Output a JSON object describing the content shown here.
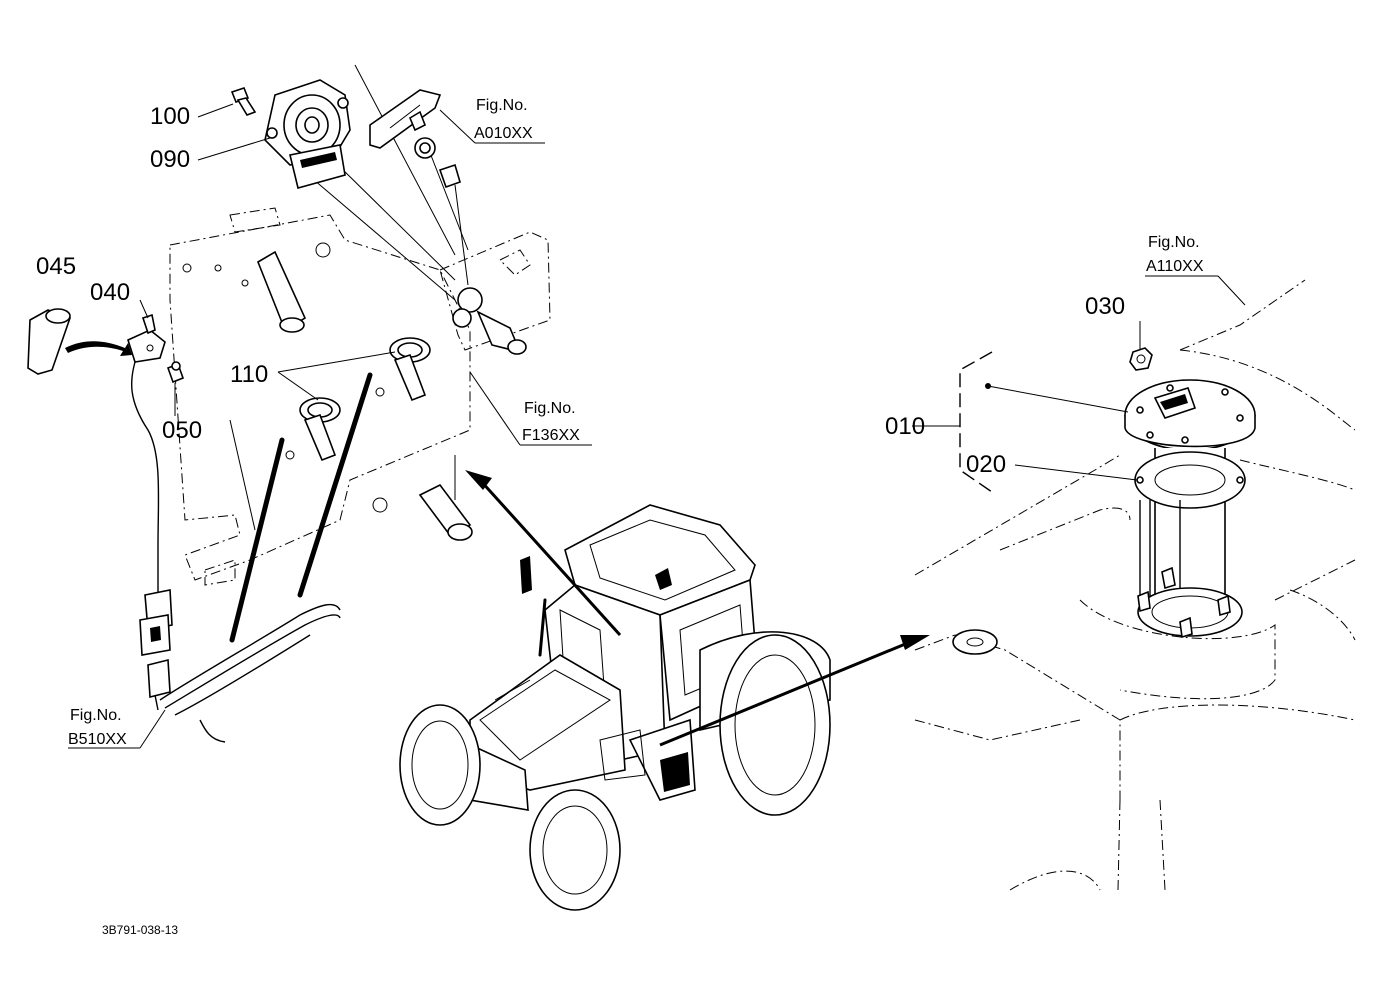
{
  "labels": {
    "p100": "100",
    "p090": "090",
    "p045": "045",
    "p040": "040",
    "p050": "050",
    "p110": "110",
    "p030": "030",
    "p010": "010",
    "p020": "020"
  },
  "figure_refs": {
    "a010_title": "Fig.No.",
    "a010_code": "A010XX",
    "f136_title": "Fig.No.",
    "f136_code": "F136XX",
    "a110_title": "Fig.No.",
    "a110_code": "A110XX",
    "b510_title": "Fig.No.",
    "b510_code": "B510XX"
  },
  "drawing_code": "3B791-038-13"
}
